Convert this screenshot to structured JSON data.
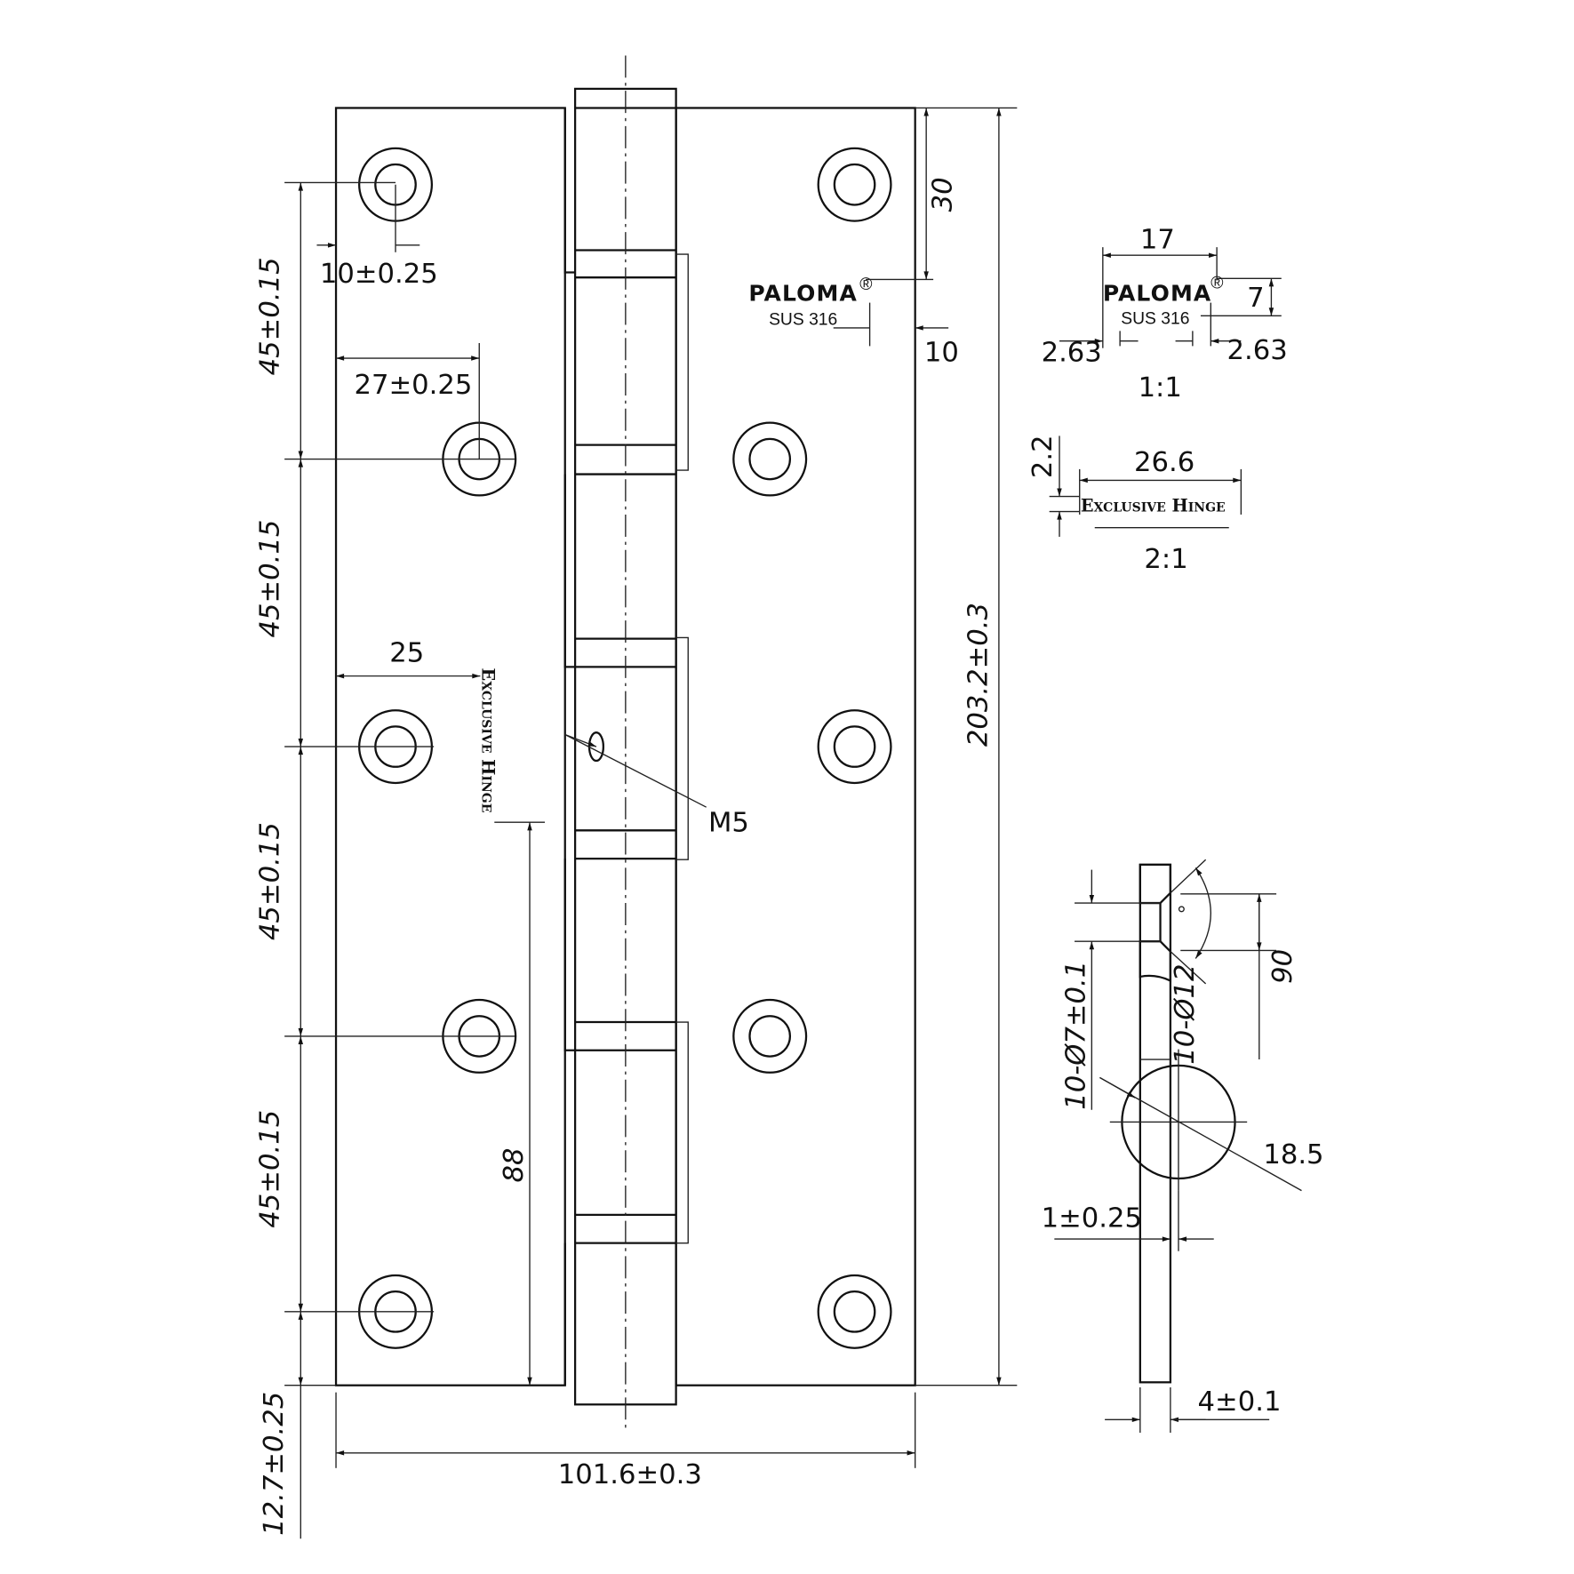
{
  "drawing": {
    "brand": "PALOMA",
    "brand_mark": "®",
    "material": "SUS 316",
    "engraving": "Exclusive Hinge",
    "dims": {
      "hole_edge": "10±0.25",
      "hole_offset": "27±0.25",
      "pitch": "45±0.15",
      "engrave_offset": "25",
      "engrave_len": "88",
      "bottom_pitch": "12.7±0.25",
      "width": "101.6±0.3",
      "height": "203.2±0.3",
      "logo_top": "30",
      "logo_side": "10",
      "screw": "M5",
      "logo_width": "17",
      "logo_height": "7",
      "logo_margin_l": "2.63",
      "logo_margin_r": "2.63",
      "scale_logo": "1:1",
      "engrave_width": "26.6",
      "engrave_height": "2.2",
      "scale_engrave": "2:1",
      "hole_dia": "10-Ø7±0.1",
      "csk_dia": "10-Ø12",
      "csk_angle": "90",
      "knuckle_dia": "18.5",
      "gap": "1±0.25",
      "thickness": "4±0.1"
    }
  }
}
